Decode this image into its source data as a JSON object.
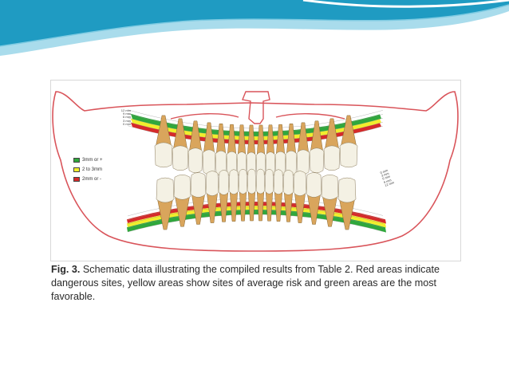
{
  "colors": {
    "header_dark": "#1d98be",
    "header_light": "#9cd6e8",
    "jaw_outline": "#d9545a",
    "band_red": "#d62a2a",
    "band_yellow": "#f2ee2c",
    "band_green": "#2fa83c",
    "crown_fill": "#f4f1e4",
    "root_fill": "#d9a55c"
  },
  "legend": {
    "items": [
      {
        "label": "3mm or +",
        "color": "#2fa83c"
      },
      {
        "label": "2 to 3mm",
        "color": "#f2ee2c"
      },
      {
        "label": "2mm or -",
        "color": "#d62a2a"
      }
    ]
  },
  "scale_labels": {
    "upper": [
      "12 mm",
      "9 mm",
      "6 mm",
      "3 mm",
      "0 mm"
    ],
    "lower": [
      "0 mm",
      "3 mm",
      "6 mm",
      "9 mm",
      "12 mm"
    ]
  },
  "caption": {
    "fig_label": "Fig. 3.",
    "text": " Schematic data illustrating the compiled results from Table 2. Red areas indicate dangerous sites, yellow areas show sites of average risk and green areas are the most favorable."
  }
}
